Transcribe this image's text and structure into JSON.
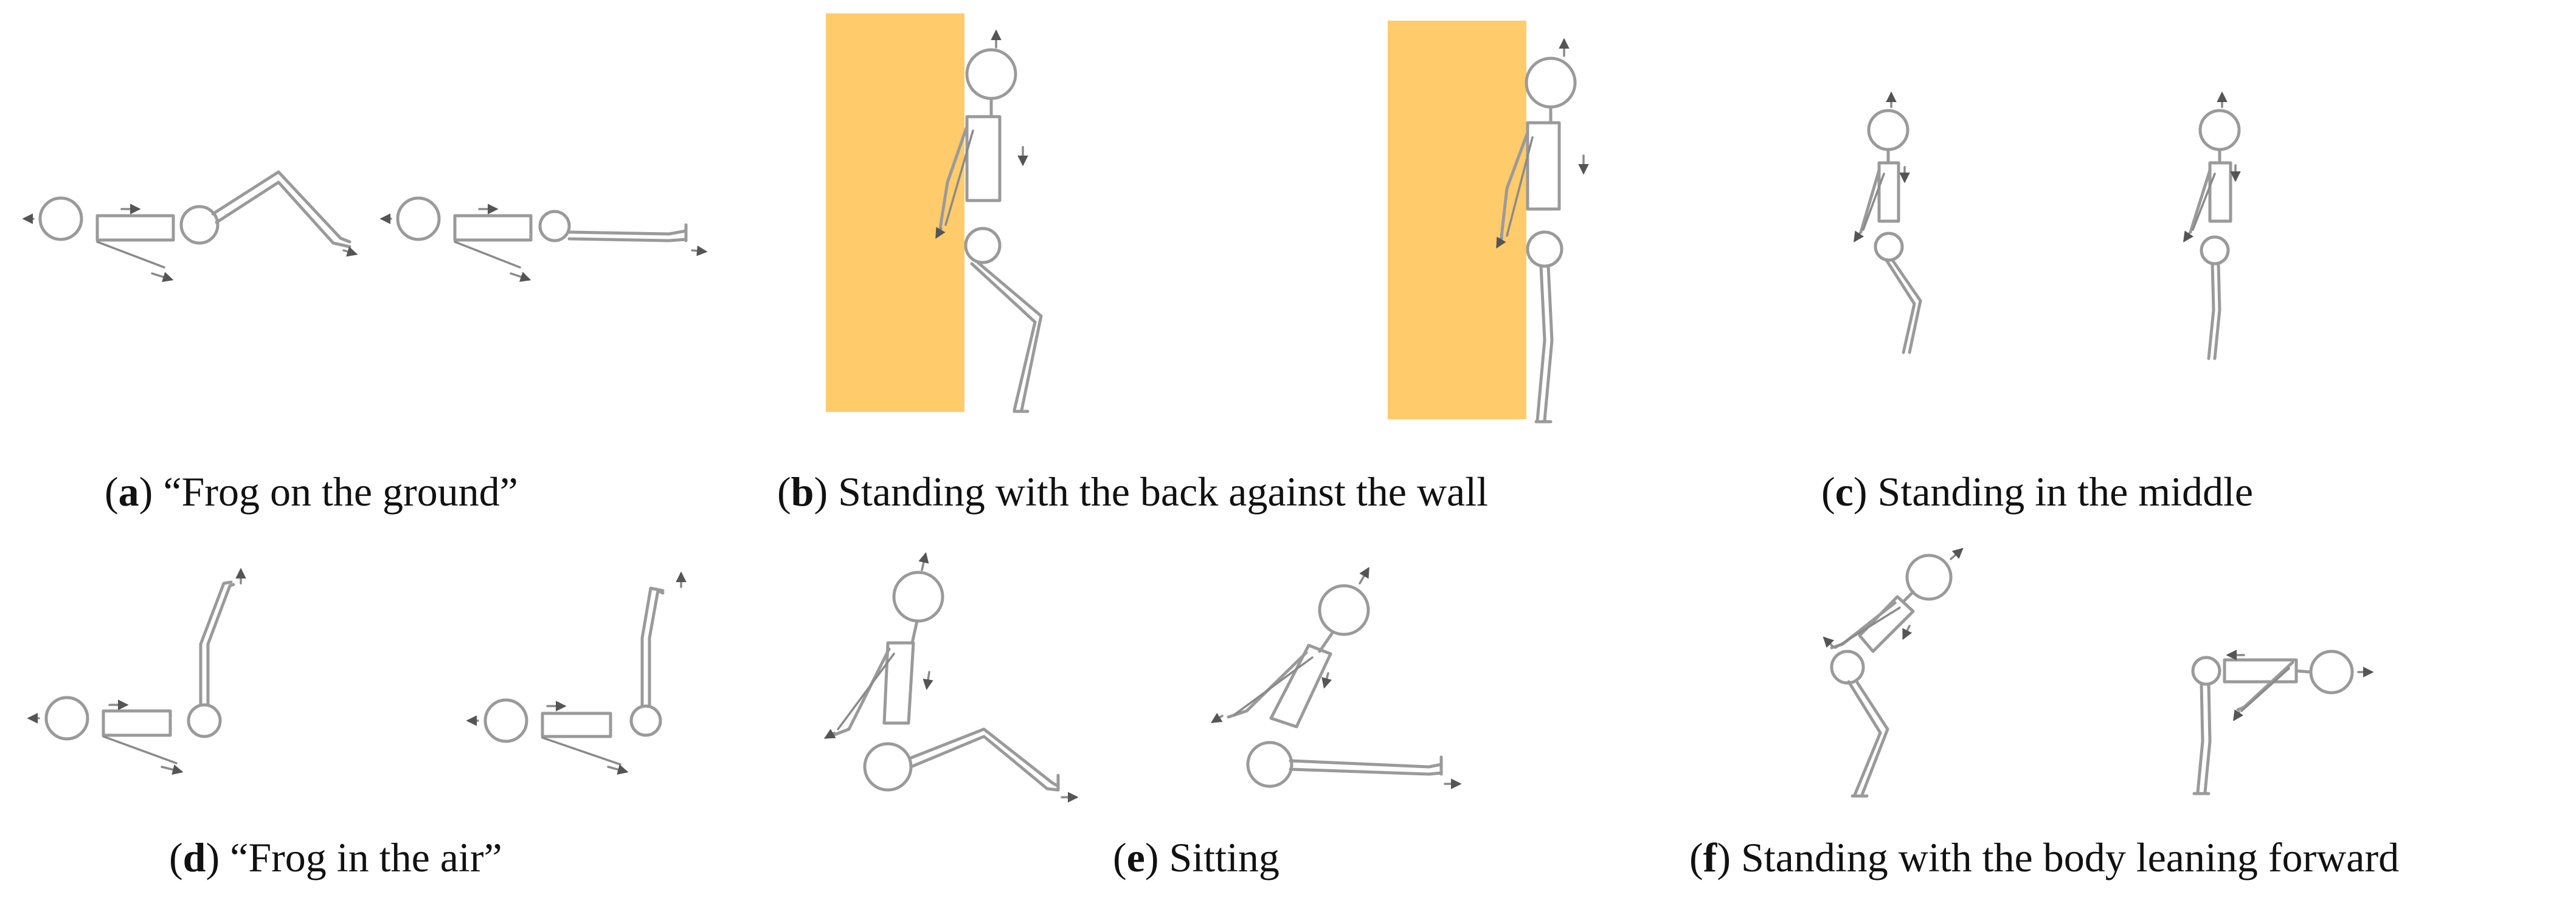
{
  "colors": {
    "figure_stroke": "#9a9a9a",
    "wall": "#ffcb6b",
    "caption_text": "#111111"
  },
  "panels": [
    {
      "id": "a",
      "letter": "a",
      "title": "“Frog on the ground”"
    },
    {
      "id": "b",
      "letter": "b",
      "title": "Standing with the back against the wall"
    },
    {
      "id": "c",
      "letter": "c",
      "title": "Standing in the middle"
    },
    {
      "id": "d",
      "letter": "d",
      "title": "“Frog in the air”"
    },
    {
      "id": "e",
      "letter": "e",
      "title": "Sitting"
    },
    {
      "id": "f",
      "letter": "f",
      "title": "Standing with the body leaning forward"
    }
  ]
}
